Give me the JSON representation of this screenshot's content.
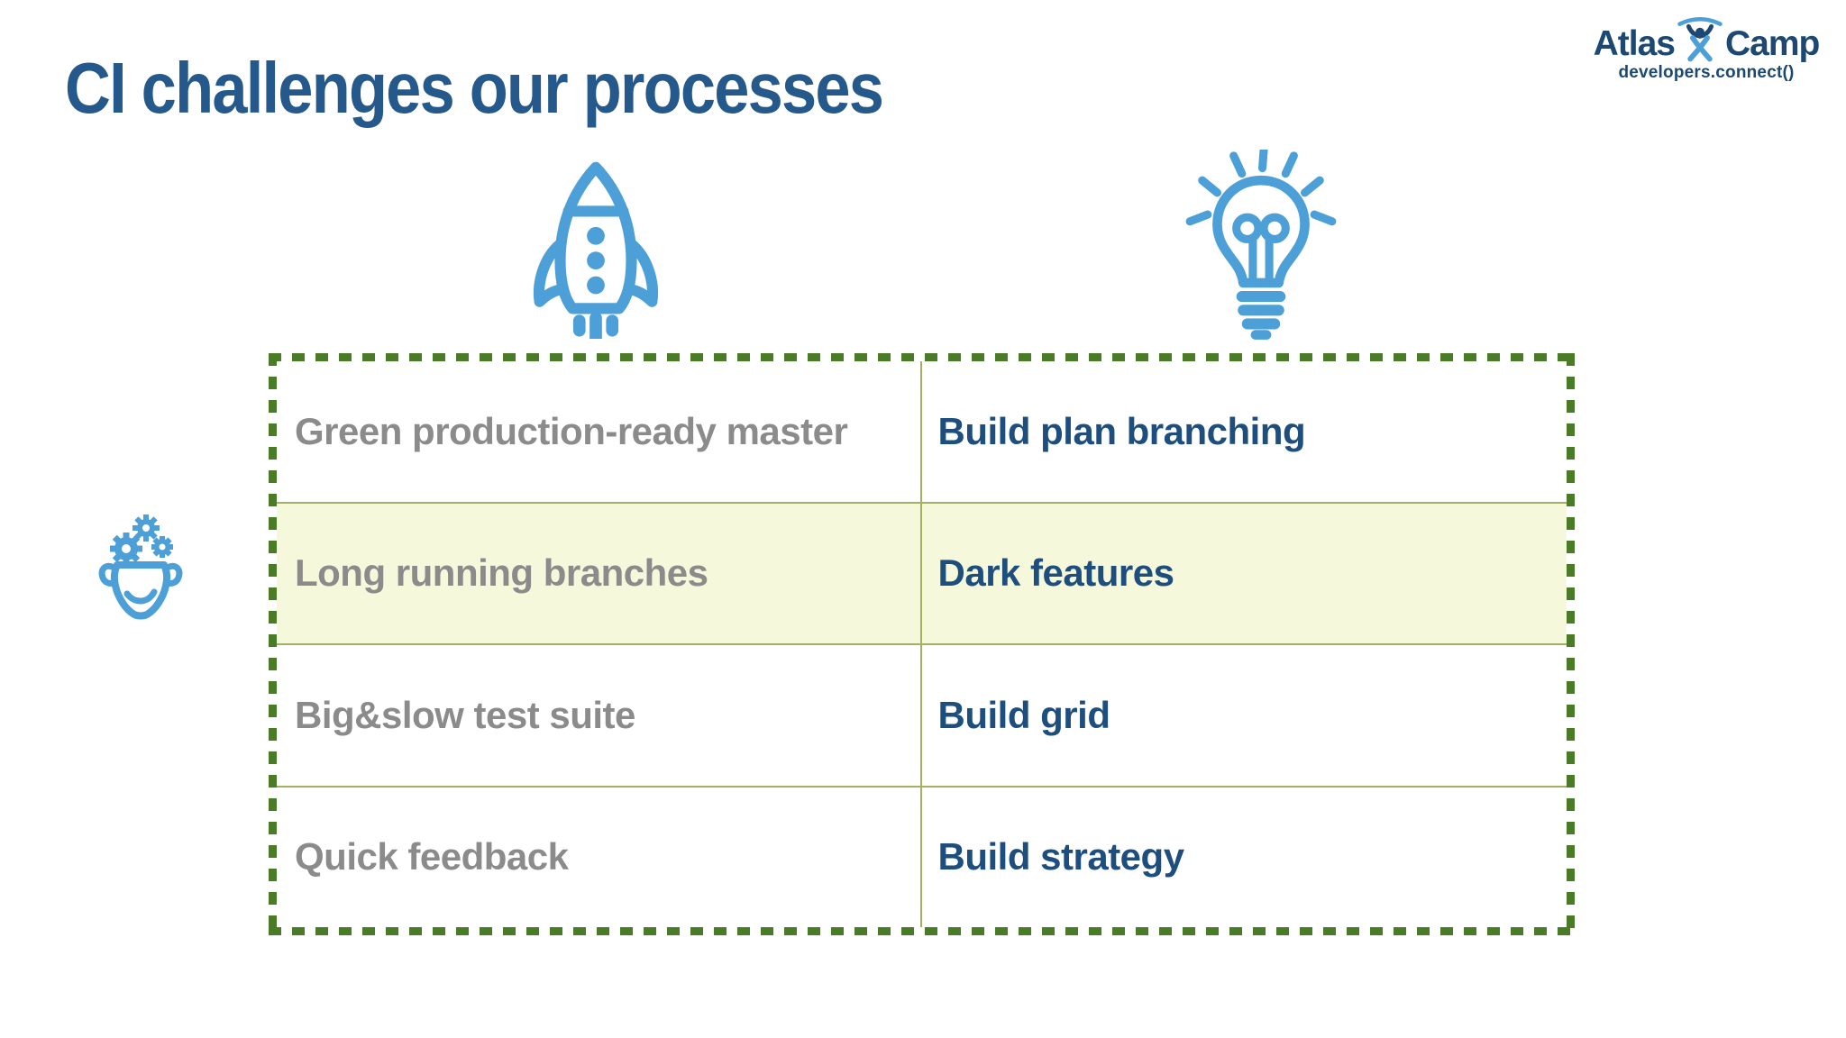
{
  "slide": {
    "title": "CI challenges our processes",
    "logo": {
      "word1": "Atlas",
      "word2": "Camp",
      "tagline": "developers.connect()"
    },
    "icons": {
      "challenges_column": "rocket-icon",
      "solutions_column": "lightbulb-icon",
      "left_margin": "head-gears-icon",
      "logo_mark": "charlie-figure-icon"
    },
    "table": {
      "rows": [
        {
          "challenge": "Green production-ready master",
          "solution": "Build plan branching",
          "highlighted": false
        },
        {
          "challenge": "Long running branches",
          "solution": "Dark features",
          "highlighted": true
        },
        {
          "challenge": "Big&slow test suite",
          "solution": "Build grid",
          "highlighted": false
        },
        {
          "challenge": "Quick feedback",
          "solution": "Build strategy",
          "highlighted": false
        }
      ]
    }
  },
  "colors": {
    "navy": "#1e4e7e",
    "title_navy": "#26598b",
    "gray": "#8b8b8b",
    "icon_blue": "#4d9fd8",
    "dash_green": "#4a7b27",
    "grid_olive": "#a4b163",
    "highlight": "#f5f8da",
    "logo_navy": "#1d4872",
    "logo_blue": "#4d9fd8"
  }
}
